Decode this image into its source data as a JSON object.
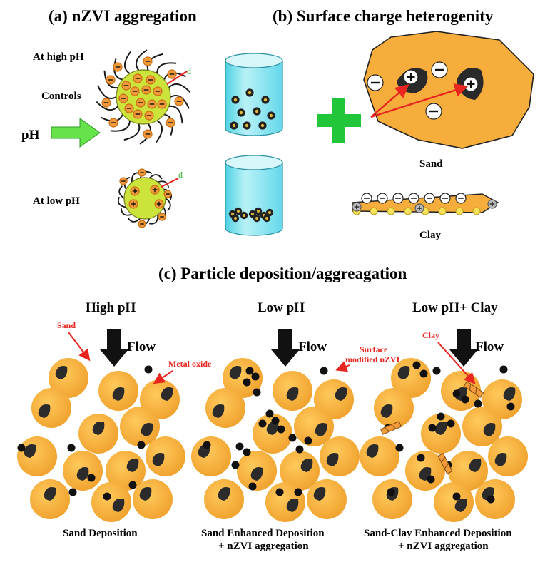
{
  "panel_a": {
    "title": "(a) nZVI aggregation",
    "high_ph_label": "At high pH",
    "controls_label": "Controls",
    "ph_label": "pH",
    "low_ph_label": "At low pH",
    "d_label": "d"
  },
  "panel_b": {
    "title": "(b) Surface charge heterogenity",
    "sand_label": "Sand",
    "clay_label": "Clay"
  },
  "panel_c": {
    "title": "(c) Particle deposition/aggreagation",
    "flow_label": "Flow",
    "columns": [
      {
        "heading": "High pH",
        "caption_1": "Sand Deposition",
        "caption_2": ""
      },
      {
        "heading": "Low pH",
        "caption_1": "Sand Enhanced Deposition",
        "caption_2": "+ nZVI aggregation"
      },
      {
        "heading": "Low pH+ Clay",
        "caption_1": "Sand-Clay Enhanced Deposition",
        "caption_2": "+ nZVI aggregation"
      }
    ],
    "annotations": {
      "sand": "Sand",
      "metal_oxide": "Metal oxide",
      "surface_modified_1": "Surface",
      "surface_modified_2": "modified nZVI",
      "clay": "Clay"
    }
  },
  "colors": {
    "sand_orange": "#f6ad3b",
    "particle_core": "#cbe33a",
    "arrow_green": "#66e24a",
    "cross_green": "#22c63a",
    "beaker_cyan": "#7ee3ef",
    "annotation_red": "#e8261f"
  }
}
